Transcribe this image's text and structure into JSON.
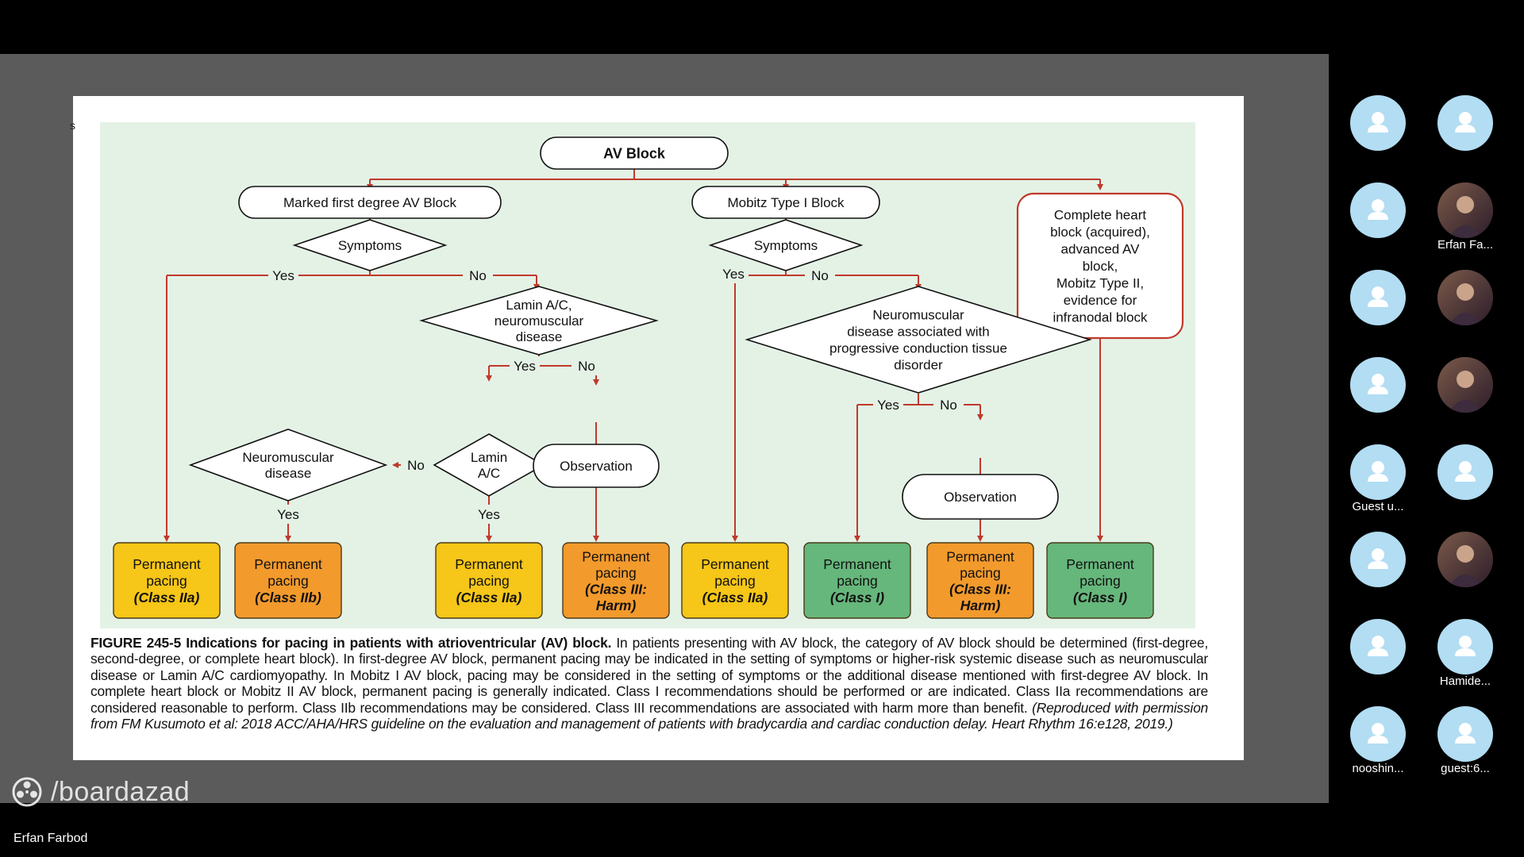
{
  "watermark": {
    "text": "/boardazad"
  },
  "presenter": {
    "name": "Erfan Farbod"
  },
  "slide": {
    "corner_mark": "s"
  },
  "diagram": {
    "root": "AV Block",
    "branch1": "Marked first degree AV Block",
    "branch2": "Mobitz Type I Block",
    "branch3": [
      "Complete heart",
      "block (acquired),",
      "advanced AV",
      "block,",
      "Mobitz Type II,",
      "evidence for",
      "infranodal block"
    ],
    "symptoms": "Symptoms",
    "yes": "Yes",
    "no": "No",
    "lamin_nm": [
      "Lamin A/C,",
      "neuromuscular",
      "disease"
    ],
    "nm_disease": [
      "Neuromuscular",
      "disease"
    ],
    "lamin_ac": [
      "Lamin",
      "A/C"
    ],
    "observation": "Observation",
    "nm_progressive": [
      "Neuromuscular",
      "disease associated with",
      "progressive conduction tissue",
      "disorder"
    ],
    "pacing": [
      {
        "lines": [
          "Permanent",
          "pacing",
          "(Class IIa)"
        ],
        "color": "#f6c618"
      },
      {
        "lines": [
          "Permanent",
          "pacing",
          "(Class IIb)"
        ],
        "color": "#f39a2c"
      },
      {
        "lines": [
          "Permanent",
          "pacing",
          "(Class IIa)"
        ],
        "color": "#f6c618"
      },
      {
        "lines": [
          "Permanent",
          "pacing",
          "(Class III:",
          "Harm)"
        ],
        "color": "#f39a2c"
      },
      {
        "lines": [
          "Permanent",
          "pacing",
          "(Class IIa)"
        ],
        "color": "#f6c618"
      },
      {
        "lines": [
          "Permanent",
          "pacing",
          "(Class I)"
        ],
        "color": "#66b77b"
      },
      {
        "lines": [
          "Permanent",
          "pacing",
          "(Class III:",
          "Harm)"
        ],
        "color": "#f39a2c"
      },
      {
        "lines": [
          "Permanent",
          "pacing",
          "(Class I)"
        ],
        "color": "#66b77b"
      }
    ],
    "colors": {
      "background": "#e4f2e6",
      "arrow": "#c0392b",
      "red_box_border": "#c0392b"
    }
  },
  "caption": {
    "label": "FIGURE 245-5",
    "title": "Indications for pacing in patients with atrioventricular (AV) block.",
    "body": "In patients presenting with AV block, the category of AV block should be determined (first-degree, second-degree, or complete heart block). In first-degree AV block, permanent pacing may be indicated in the setting of symptoms or higher-risk systemic disease such as neuromuscular disease or Lamin A/C cardiomyopathy. In Mobitz I AV block, pacing may be considered in the setting of symptoms or the additional disease mentioned with first-degree AV block. In complete heart block or Mobitz II AV block, permanent pacing is generally indicated. Class I recommendations should be performed or are indicated. Class IIa recommendations are considered reasonable to perform. Class IIb recommendations may be considered. Class III recommendations are associated with harm more than benefit.",
    "citation": "(Reproduced with permission from FM Kusumoto et al: 2018 ACC/AHA/HRS guideline on the evaluation and management of patients with bradycardia and cardiac conduction delay. Heart Rhythm 16:e128, 2019.)"
  },
  "participants": [
    {
      "name": "",
      "avatar": "default-avatar-icon"
    },
    {
      "name": "",
      "avatar": "default-avatar-icon"
    },
    {
      "name": "",
      "avatar": "default-avatar-icon"
    },
    {
      "name": "Erfan Fa...",
      "avatar": "photo-avatar"
    },
    {
      "name": "",
      "avatar": "default-avatar-icon"
    },
    {
      "name": "",
      "avatar": "photo-avatar"
    },
    {
      "name": "",
      "avatar": "default-avatar-icon"
    },
    {
      "name": "",
      "avatar": "photo-avatar"
    },
    {
      "name": "Guest u...",
      "avatar": "default-avatar-icon"
    },
    {
      "name": "",
      "avatar": "default-avatar-icon"
    },
    {
      "name": "",
      "avatar": "default-avatar-icon"
    },
    {
      "name": "",
      "avatar": "photo-avatar"
    },
    {
      "name": "",
      "avatar": "default-avatar-icon"
    },
    {
      "name": "Hamide...",
      "avatar": "default-avatar-icon"
    },
    {
      "name": "nooshin...",
      "avatar": "default-avatar-icon"
    },
    {
      "name": "guest:6...",
      "avatar": "default-avatar-icon"
    }
  ]
}
